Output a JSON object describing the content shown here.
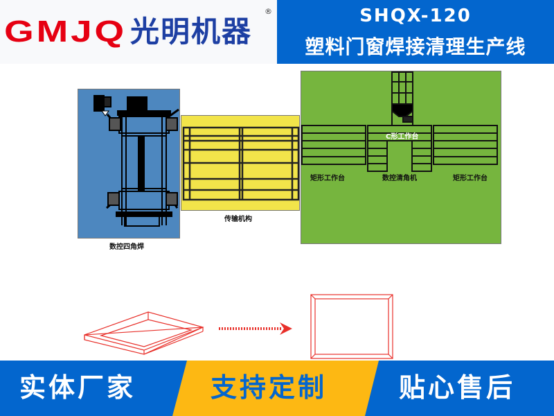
{
  "header": {
    "logo_text": "GMJQ",
    "logo_cn": "光明机器",
    "registered_mark": "®",
    "model": "SHQX-120",
    "product_name": "塑料门窗焊接清理生产线"
  },
  "diagram": {
    "stations": [
      {
        "id": "welder",
        "label": "数控四角焊",
        "color": "#4d87bf"
      },
      {
        "id": "conveyor",
        "label": "传输机构",
        "color": "#f2e44a"
      },
      {
        "id": "cleaner_area",
        "label": "数控清角机",
        "color": "#76b53e"
      }
    ],
    "workbench_left": "矩形工作台",
    "workbench_right": "矩形工作台",
    "c_workbench": "C形工作台"
  },
  "process_illustration": {
    "from": "window-frame-3d",
    "arrow": "dotted-arrow-right",
    "to": "window-frame-flat",
    "color": "#e8302a"
  },
  "bottom_banner": {
    "items": [
      {
        "label": "实体厂家"
      },
      {
        "label": "支持定制"
      },
      {
        "label": "贴心售后"
      }
    ],
    "colors": {
      "blue": "#0366ce",
      "yellow": "#fdb813"
    }
  }
}
